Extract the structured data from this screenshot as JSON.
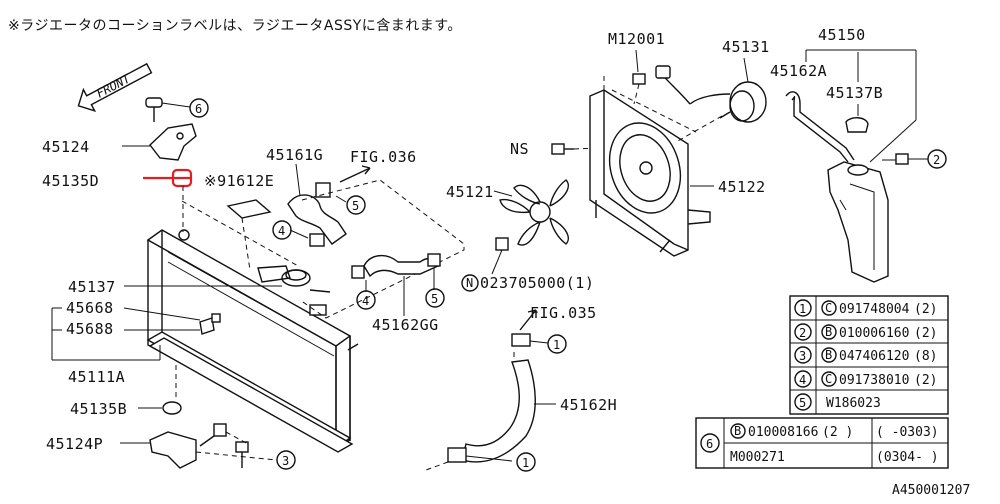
{
  "note": "※ラジエータのコーションラベルは、ラジエータASSYに含まれます。",
  "front": "FRONT",
  "catalog_code": "A450001207",
  "labels": {
    "p45124": "45124",
    "p45135D": "45135D",
    "p91612E": "※91612E",
    "p45161G": "45161G",
    "fig036": "FIG.036",
    "p45137": "45137",
    "p45668": "45668",
    "p45688": "45688",
    "p45111A": "45111A",
    "p45135B": "45135B",
    "p45124P": "45124P",
    "fig035": "FIG.035",
    "p45162H": "45162H",
    "p45162GG": "45162GG",
    "ns": "NS",
    "p45121": "45121",
    "nut": "023705000(1)",
    "nut_prefix": "N",
    "p45122": "45122",
    "m12001": "M12001",
    "p45131": "45131",
    "p45150": "45150",
    "p45162A": "45162A",
    "p45137B": "45137B"
  },
  "callouts": {
    "one": "1",
    "two": "2",
    "three": "3",
    "four": "4",
    "five": "5",
    "six": "6"
  },
  "legend": [
    {
      "key": "1",
      "prefix": "C",
      "part": "091748004",
      "qty": "(2)"
    },
    {
      "key": "2",
      "prefix": "B",
      "part": "010006160",
      "qty": "(2)"
    },
    {
      "key": "3",
      "prefix": "B",
      "part": "047406120",
      "qty": "(8)"
    },
    {
      "key": "4",
      "prefix": "C",
      "part": "091738010",
      "qty": "(2)"
    },
    {
      "key": "5",
      "prefix": "",
      "part": "W186023",
      "qty": ""
    }
  ],
  "legend6": {
    "key": "6",
    "row1": {
      "prefix": "B",
      "part": "010008166",
      "qty": "(2 )",
      "range": "(   -0303)"
    },
    "row2": {
      "part": "M000271",
      "range": "(0304-    )"
    }
  },
  "highlight_color": "#e02020"
}
